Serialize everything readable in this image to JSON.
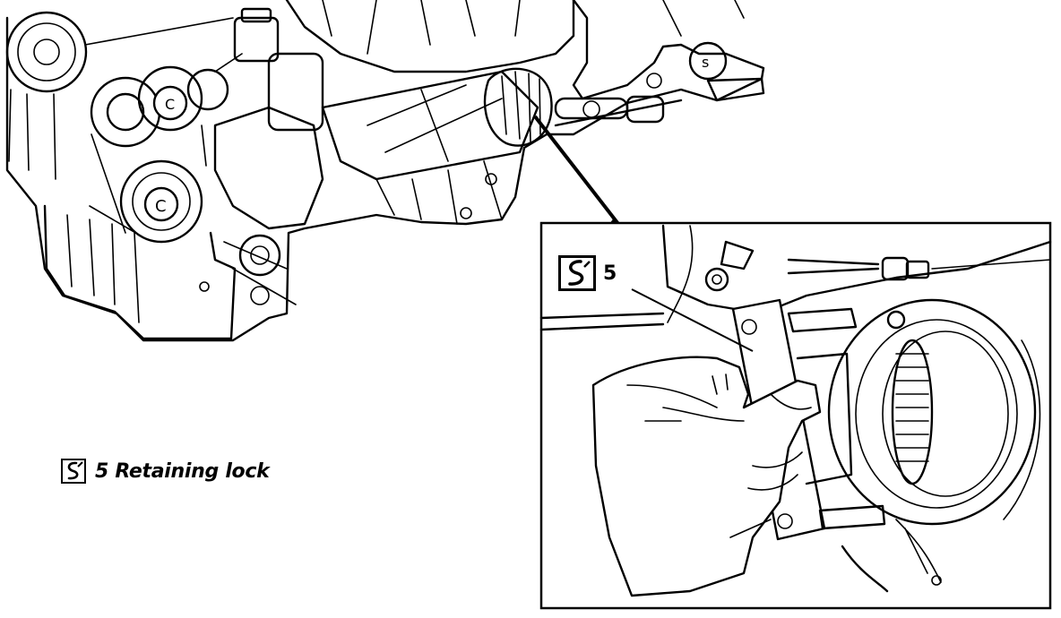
{
  "caption": {
    "number": "5",
    "label": "Retaining lock"
  },
  "callout": {
    "number": "5"
  },
  "icons": {
    "tool": "special-tool-icon"
  },
  "colors": {
    "ink": "#000000",
    "paper": "#ffffff"
  }
}
